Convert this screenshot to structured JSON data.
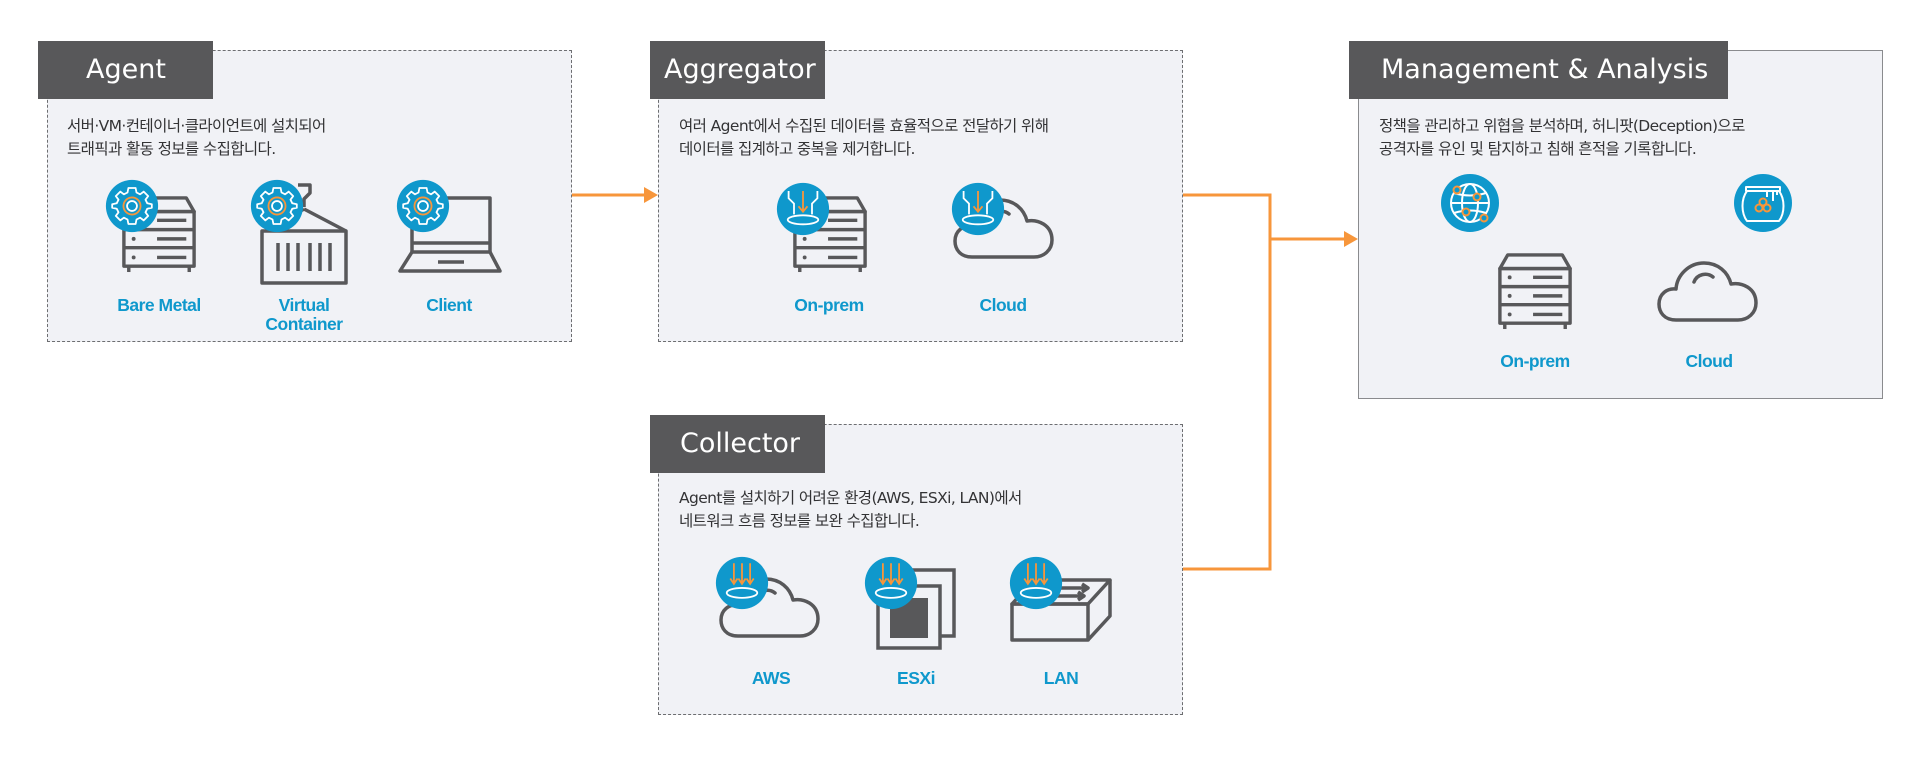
{
  "colors": {
    "header_bg": "#58585a",
    "panel_bg": "#f1f2f6",
    "accent_blue": "#0f98cc",
    "connector_orange": "#f7963b",
    "icon_gray": "#58585a"
  },
  "agent": {
    "title": "Agent",
    "desc_line1": "서버·VM·컨테이너·클라이언트에 설치되어",
    "desc_line2": "트래픽과 활동 정보를 수집합니다.",
    "items": [
      {
        "label": "Bare Metal",
        "icon": "server-gear-icon"
      },
      {
        "label_line1": "Virtual",
        "label_line2": "Container",
        "icon": "container-gear-icon"
      },
      {
        "label": "Client",
        "icon": "laptop-gear-icon"
      }
    ]
  },
  "aggregator": {
    "title": "Aggregator",
    "desc_line1": "여러 Agent에서 수집된 데이터를 효율적으로 전달하기 위해",
    "desc_line2": "데이터를 집계하고 중복을 제거합니다.",
    "items": [
      {
        "label": "On-prem",
        "icon": "server-funnel-icon"
      },
      {
        "label": "Cloud",
        "icon": "cloud-funnel-icon"
      }
    ]
  },
  "collector": {
    "title": "Collector",
    "desc_line1": "Agent를 설치하기 어려운 환경(AWS, ESXi, LAN)에서",
    "desc_line2": "네트워크 흐름 정보를 보완 수집합니다.",
    "items": [
      {
        "label": "AWS",
        "icon": "cloud-collect-icon"
      },
      {
        "label": "ESXi",
        "icon": "vm-collect-icon"
      },
      {
        "label": "LAN",
        "icon": "switch-collect-icon"
      }
    ]
  },
  "management": {
    "title": "Management & Analysis",
    "desc_line1": "정책을 관리하고 위협을 분석하며, 허니팟(Deception)으로",
    "desc_line2": "공격자를 유인 및 탐지하고 침해 흔적을 기록합니다.",
    "top_icons": [
      "globe-network-icon",
      "honeypot-icon"
    ],
    "items": [
      {
        "label": "On-prem",
        "icon": "server-icon"
      },
      {
        "label": "Cloud",
        "icon": "cloud-icon"
      }
    ]
  },
  "connectors": [
    {
      "from": "agent",
      "to": "aggregator"
    },
    {
      "from": "aggregator",
      "to": "management"
    },
    {
      "from": "collector",
      "to": "management"
    },
    {
      "from": "management-console",
      "to": "honeypot",
      "bidirectional": true
    }
  ]
}
